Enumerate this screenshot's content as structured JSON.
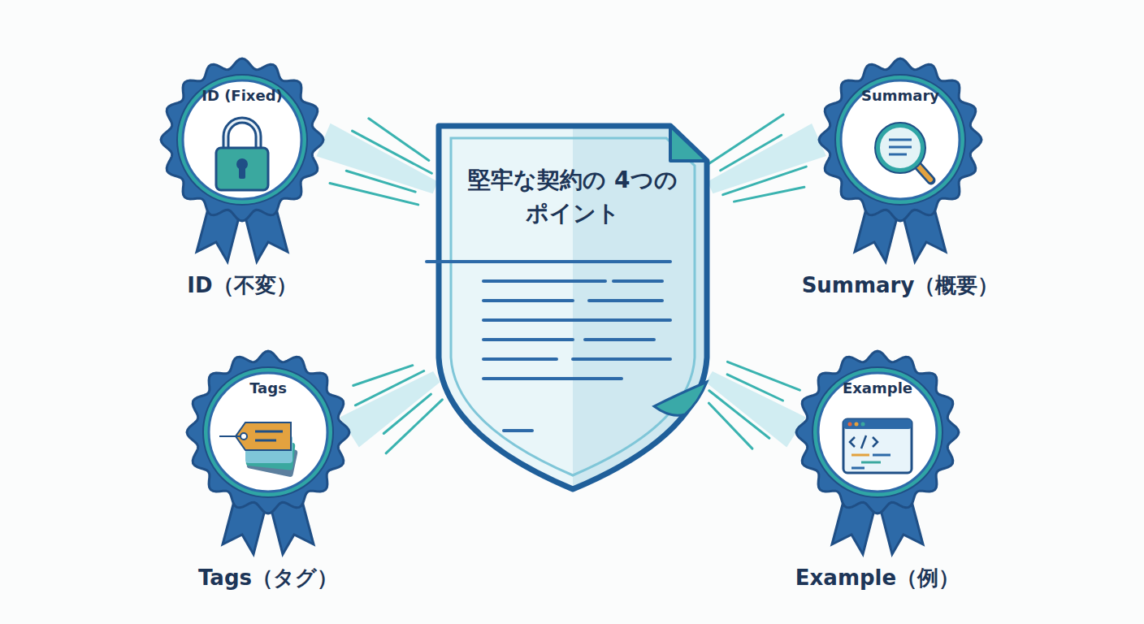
{
  "diagram": {
    "nodes": [
      {
        "text": [
          "堅牢な契約の 4つのポイント"
        ]
      },
      {
        "text": [
          "ID (Fixed)",
          "ID（不変）"
        ]
      },
      {
        "text": [
          "Summary",
          "Summary（概要）"
        ]
      },
      {
        "text": [
          "Tags",
          "Tags（タグ）"
        ]
      },
      {
        "text": [
          "Example",
          "Example（例）"
        ]
      }
    ],
    "edges": [
      {
        "from": 0,
        "to": 1,
        "arrow": "none"
      },
      {
        "from": 0,
        "to": 2,
        "arrow": "none"
      },
      {
        "from": 0,
        "to": 3,
        "arrow": "none"
      },
      {
        "from": 0,
        "to": 4,
        "arrow": "none"
      }
    ]
  }
}
